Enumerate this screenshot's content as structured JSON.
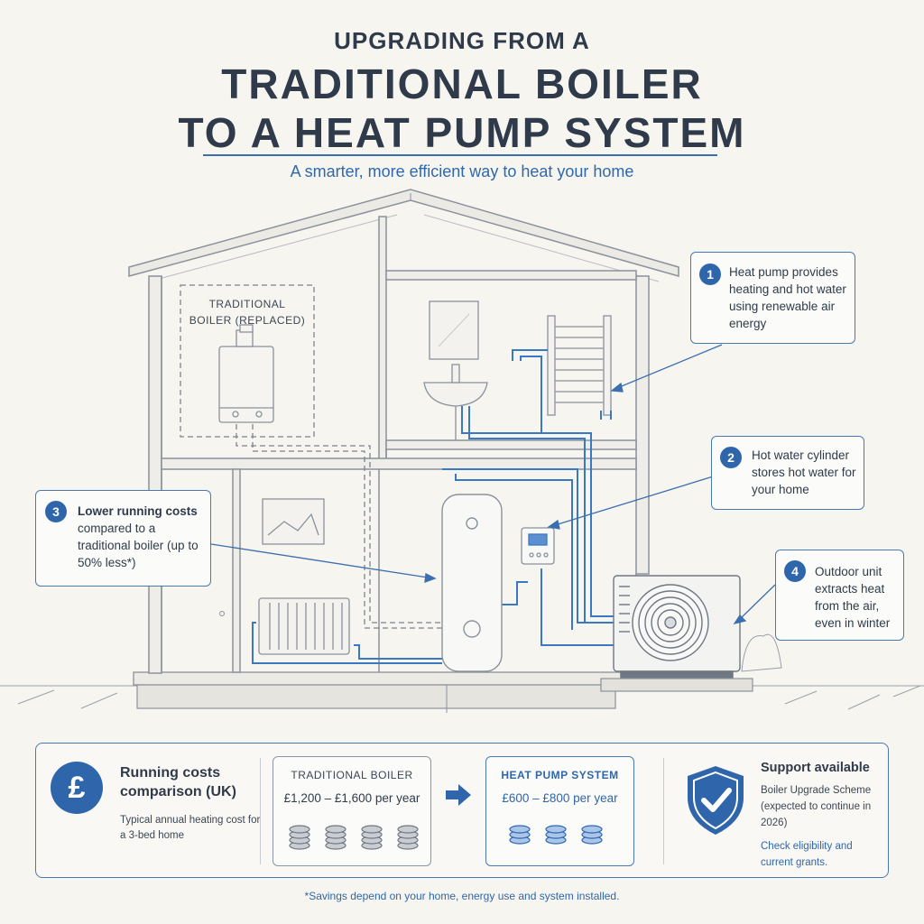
{
  "header": {
    "supertitle": "UPGRADING FROM A",
    "title_line1": "TRADITIONAL BOILER",
    "title_line2": "TO A HEAT PUMP SYSTEM",
    "subtitle": "A smarter, more efficient way to heat your home"
  },
  "house": {
    "boiler_label_line1": "TRADITIONAL",
    "boiler_label_line2": "BOILER (REPLACED)"
  },
  "callouts": [
    {
      "number": "1",
      "text": "Heat pump provides heating and hot water using renewable air energy"
    },
    {
      "number": "2",
      "text": "Hot water cylinder stores hot water for your home"
    },
    {
      "number": "3",
      "lead": "Lower running costs",
      "text": "compared to a traditional boiler (up to 50% less*)"
    },
    {
      "number": "4",
      "text": "Outdoor unit extracts heat from the air, even in winter"
    }
  ],
  "comparison": {
    "icon": "£",
    "title": "Running costs comparison (UK)",
    "note": "Typical annual heating cost for a 3-bed home",
    "old": {
      "label": "TRADITIONAL BOILER",
      "price": "£1,200 – £1,600 per year",
      "coin_stacks": 4
    },
    "new": {
      "label": "HEAT PUMP SYSTEM",
      "price": "£600 – £800 per year",
      "coin_stacks": 3
    }
  },
  "support": {
    "title": "Support available",
    "body": "Boiler Upgrade Scheme (expected to continue in 2026)",
    "link": "Check eligibility and current grants."
  },
  "footnote": "*Savings depend on your home, energy use and system installed.",
  "colors": {
    "accent": "#2f66ab",
    "pipe_blue": "#3b78c4",
    "outline": "#8a929c",
    "background": "#f7f5ef"
  },
  "icons": [
    "pound-icon",
    "shield-check-icon",
    "arrow-right-icon",
    "coin-stack-icon"
  ]
}
